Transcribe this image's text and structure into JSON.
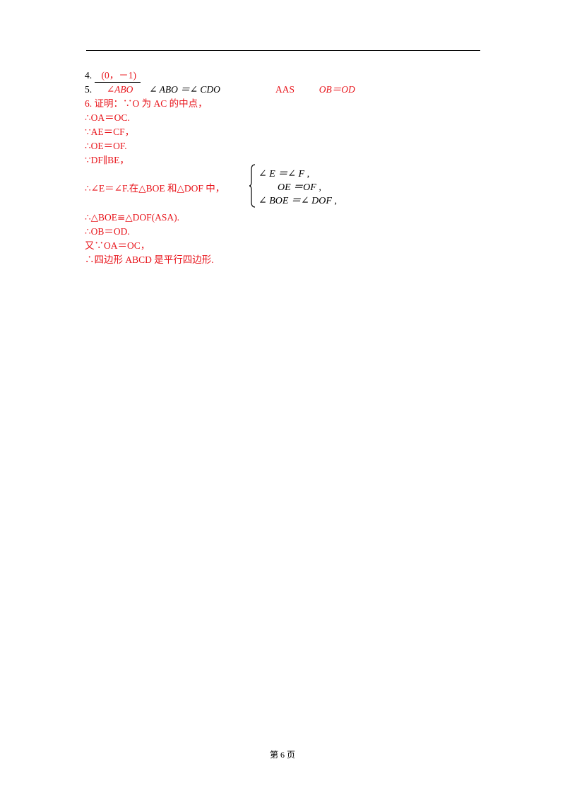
{
  "q4": {
    "num": "4.",
    "answer": "(0，－1)"
  },
  "q5": {
    "num": "5.",
    "a1": "∠ABO",
    "a2": "∠ ABO ＝∠ CDO",
    "a3": "AAS",
    "a4": "OB＝OD"
  },
  "q6": {
    "lines": [
      "6. 证明：∵O 为 AC 的中点，",
      "∴OA＝OC.",
      "∵AE＝CF，",
      "∴OE＝OF.",
      "∵DF∥BE，",
      "∴∠E＝∠F.在△BOE 和△DOF 中，",
      "∴△BOE≌△DOF(ASA).",
      "∴OB＝OD.",
      "又∵OA＝OC，",
      "∴四边形 ABCD 是平行四边形."
    ],
    "system": [
      "∠ E ＝∠ F ,",
      "OE ＝OF ,",
      "∠ BOE ＝∠ DOF ,"
    ]
  },
  "footer": {
    "page": "第  6  页"
  }
}
